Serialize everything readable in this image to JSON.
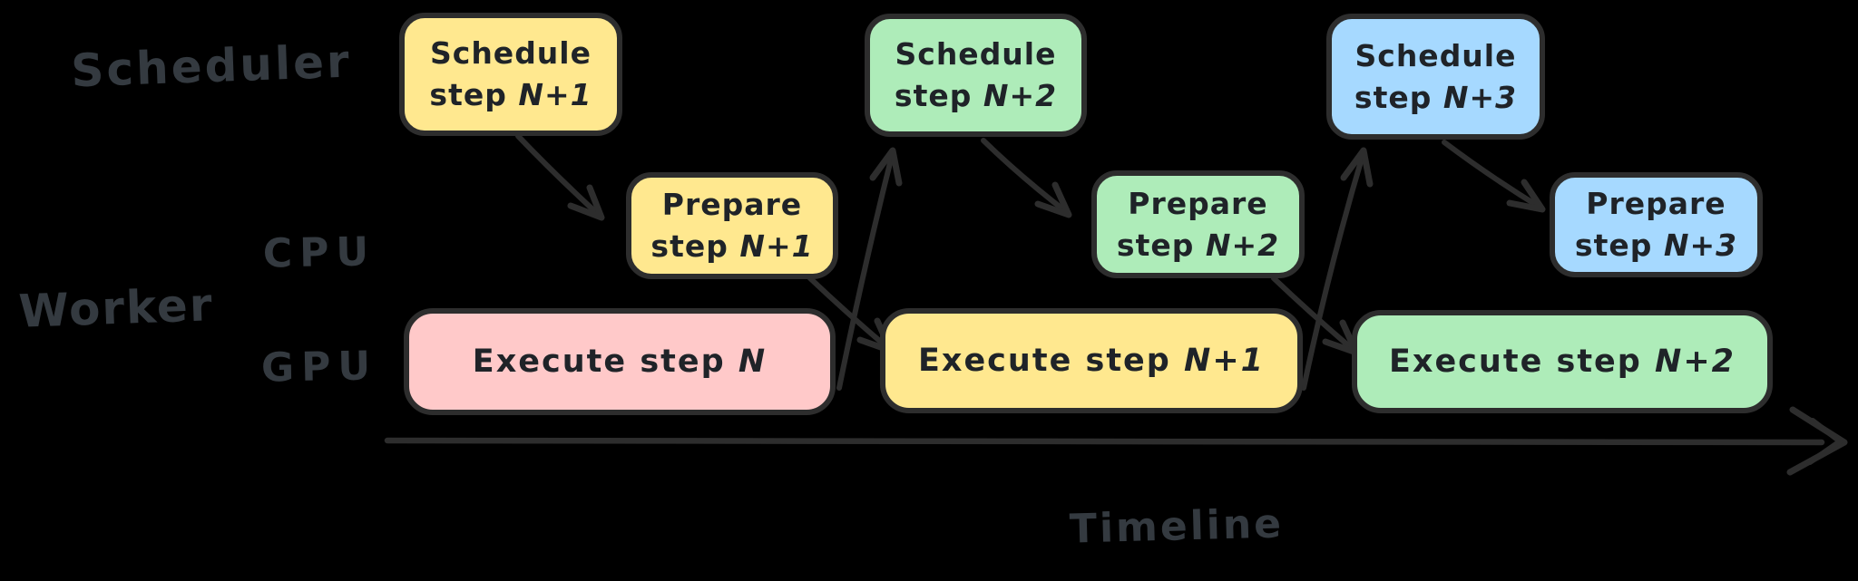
{
  "canvas": {
    "background": "#000000"
  },
  "colors": {
    "yellow": "#ffe88f",
    "green": "#aeecb9",
    "blue": "#a6d9ff",
    "pink": "#ffc9c9",
    "stroke": "#2d2d2d",
    "label_text": "#343a40",
    "box_text": "#1f2328"
  },
  "row_labels": {
    "scheduler": "Scheduler",
    "worker": "Worker",
    "cpu": "CPU",
    "gpu": "GPU"
  },
  "axis": {
    "label": "Timeline"
  },
  "boxes": {
    "schedule_n1": {
      "line1": "Schedule",
      "line2_prefix": "step ",
      "n": "N+1"
    },
    "prepare_n1": {
      "line1": "Prepare",
      "line2_prefix": "step ",
      "n": "N+1"
    },
    "schedule_n2": {
      "line1": "Schedule",
      "line2_prefix": "step ",
      "n": "N+2"
    },
    "prepare_n2": {
      "line1": "Prepare",
      "line2_prefix": "step ",
      "n": "N+2"
    },
    "schedule_n3": {
      "line1": "Schedule",
      "line2_prefix": "step ",
      "n": "N+3"
    },
    "prepare_n3": {
      "line1": "Prepare",
      "line2_prefix": "step ",
      "n": "N+3"
    },
    "execute_n": {
      "prefix": "Execute step ",
      "n": "N"
    },
    "execute_n1": {
      "prefix": "Execute step ",
      "n": "N+1"
    },
    "execute_n2": {
      "prefix": "Execute step ",
      "n": "N+2"
    }
  }
}
